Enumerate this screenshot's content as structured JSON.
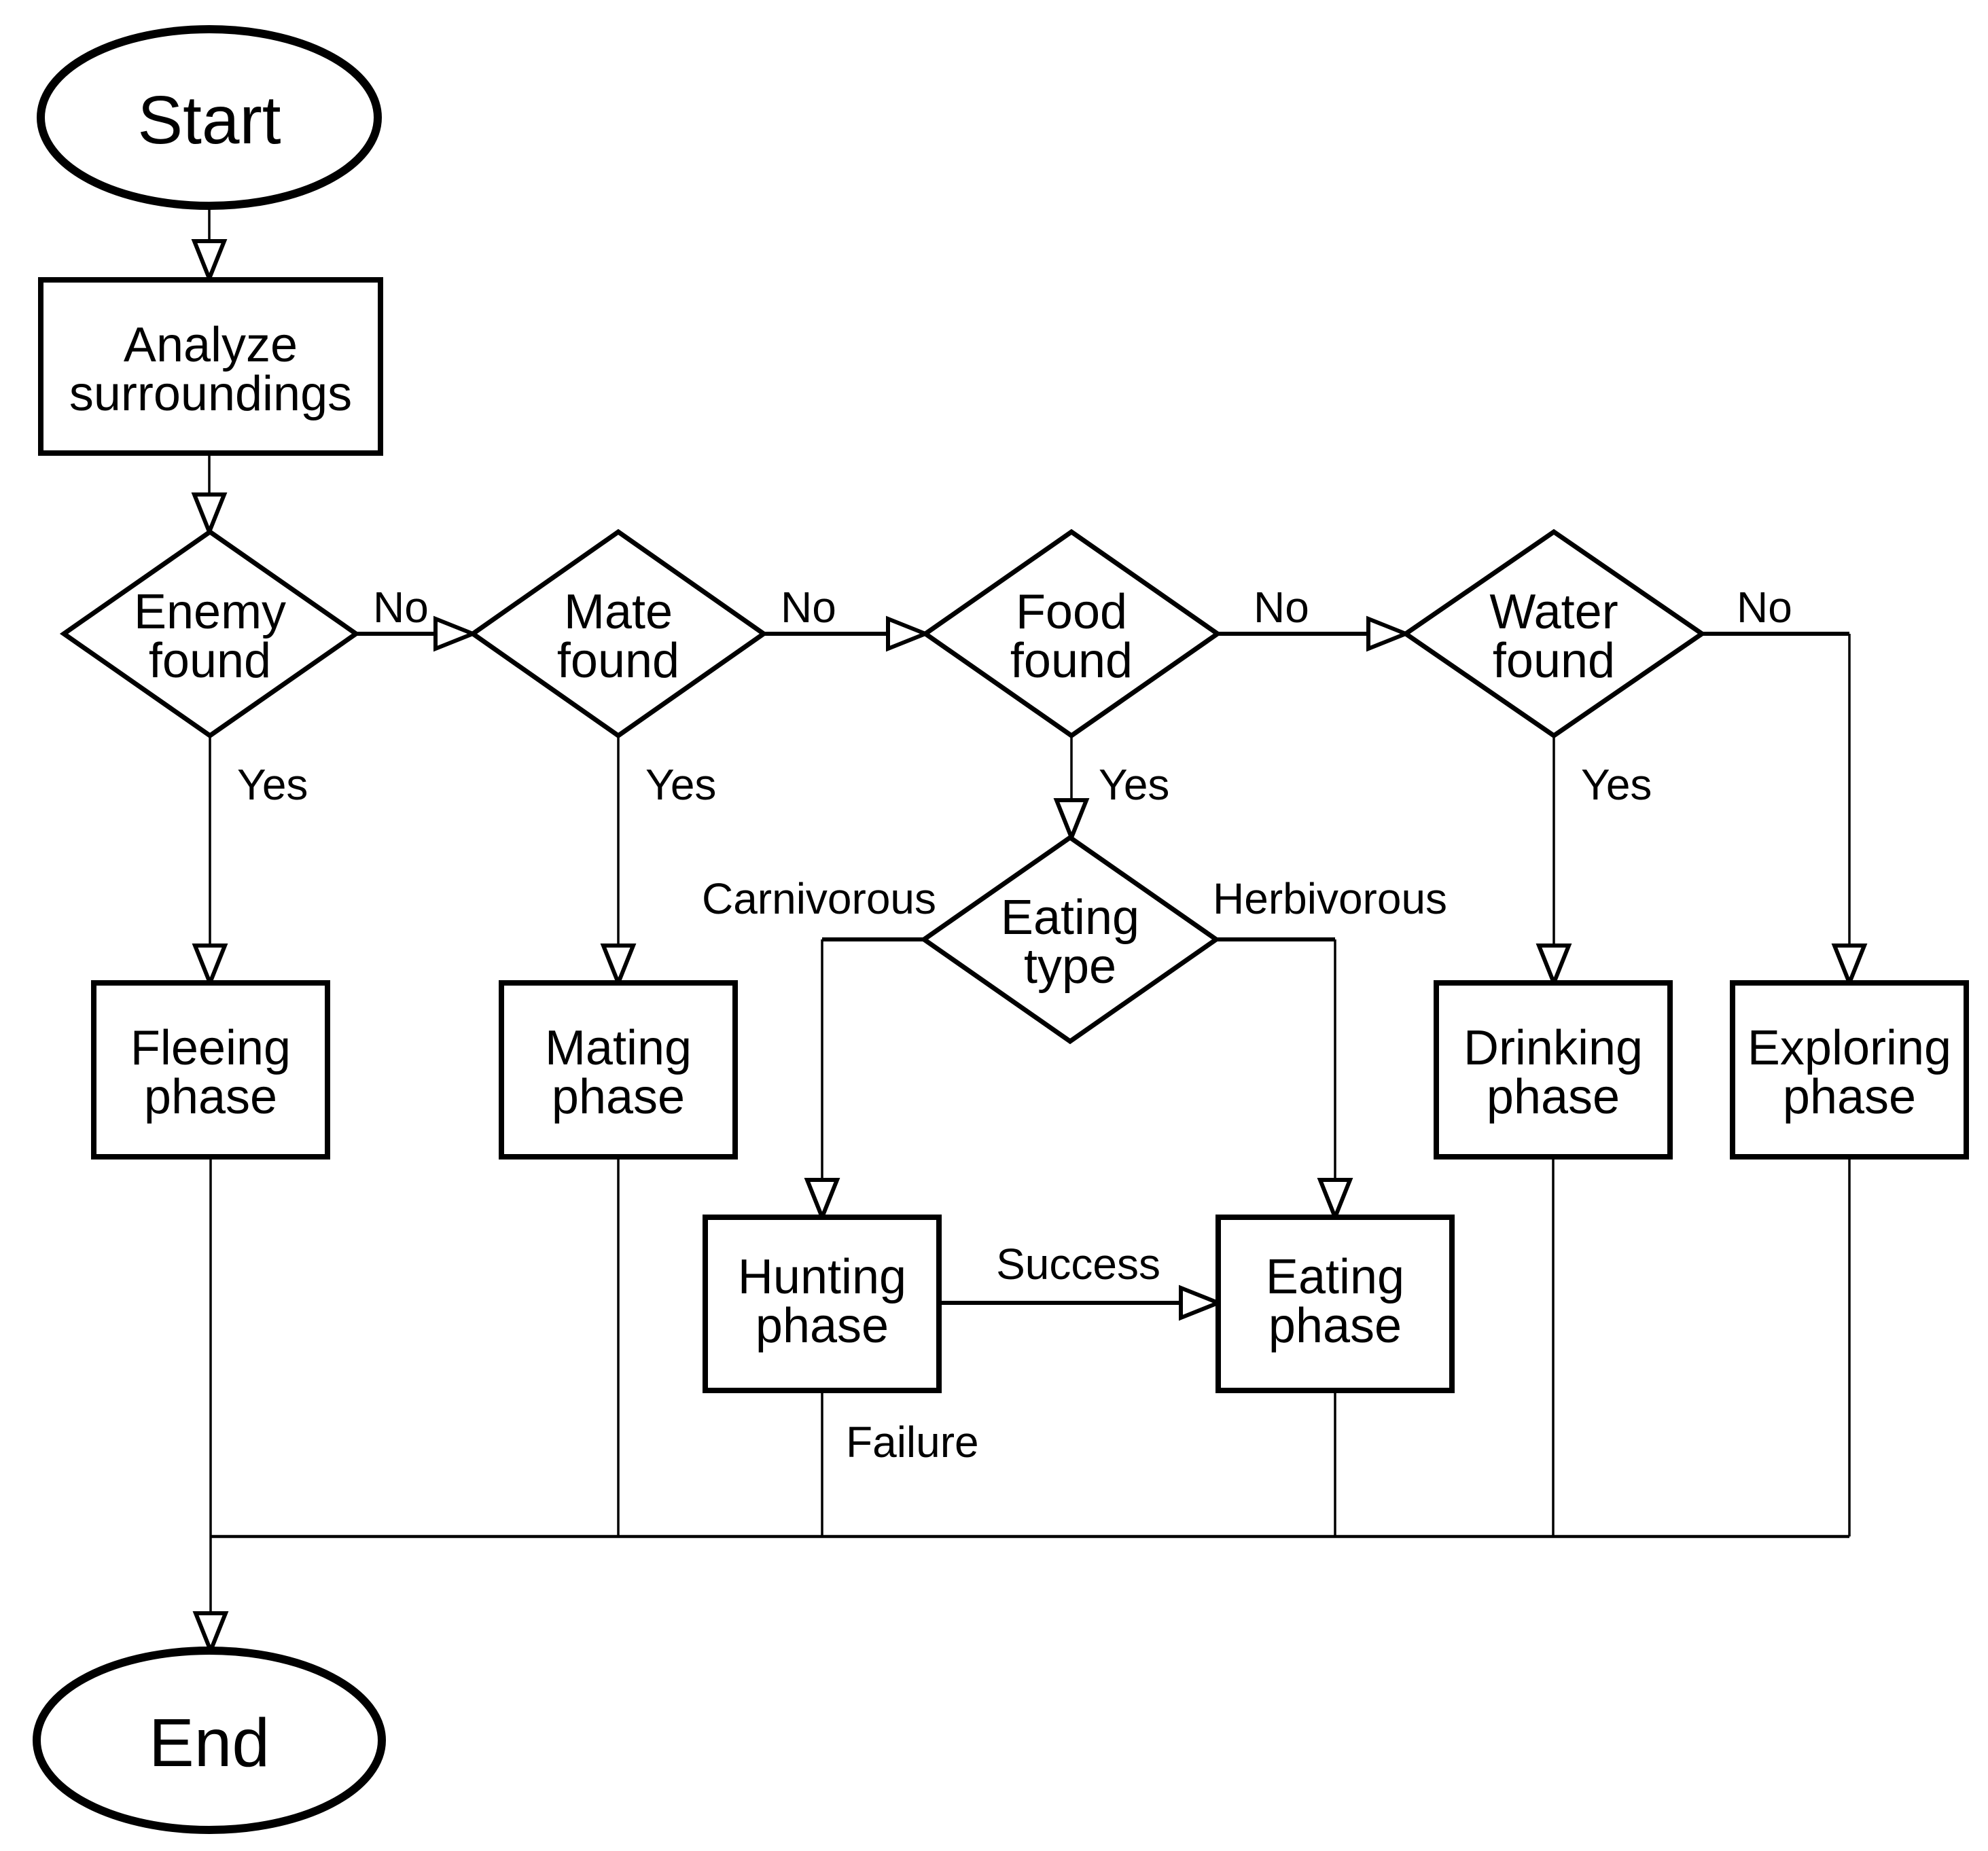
{
  "diagram": {
    "type": "flowchart",
    "background_color": "#ffffff",
    "stroke_color": "#000000",
    "text_color": "#000000"
  },
  "nodes": {
    "start": {
      "shape": "terminator",
      "label": "Start"
    },
    "analyze": {
      "shape": "process",
      "line1": "Analyze",
      "line2": "surroundings"
    },
    "enemy": {
      "shape": "decision",
      "line1": "Enemy",
      "line2": "found"
    },
    "mate": {
      "shape": "decision",
      "line1": "Mate",
      "line2": "found"
    },
    "food": {
      "shape": "decision",
      "line1": "Food",
      "line2": "found"
    },
    "water": {
      "shape": "decision",
      "line1": "Water",
      "line2": "found"
    },
    "eating_type": {
      "shape": "decision",
      "line1": "Eating",
      "line2": "type"
    },
    "fleeing": {
      "shape": "process",
      "line1": "Fleeing",
      "line2": "phase"
    },
    "mating": {
      "shape": "process",
      "line1": "Mating",
      "line2": "phase"
    },
    "hunting": {
      "shape": "process",
      "line1": "Hunting",
      "line2": "phase"
    },
    "eating": {
      "shape": "process",
      "line1": "Eating",
      "line2": "phase"
    },
    "drinking": {
      "shape": "process",
      "line1": "Drinking",
      "line2": "phase"
    },
    "exploring": {
      "shape": "process",
      "line1": "Exploring",
      "line2": "phase"
    },
    "end": {
      "shape": "terminator",
      "label": "End"
    }
  },
  "edges": {
    "enemy_no": "No",
    "mate_no": "No",
    "food_no": "No",
    "water_no": "No",
    "enemy_yes": "Yes",
    "mate_yes": "Yes",
    "food_yes": "Yes",
    "water_yes": "Yes",
    "eating_type_carnivorous": "Carnivorous",
    "eating_type_herbivorous": "Herbivorous",
    "hunting_success": "Success",
    "hunting_failure": "Failure"
  },
  "flow": [
    {
      "from": "start",
      "to": "analyze",
      "label": ""
    },
    {
      "from": "analyze",
      "to": "enemy",
      "label": ""
    },
    {
      "from": "enemy",
      "to": "mate",
      "label": "No"
    },
    {
      "from": "enemy",
      "to": "fleeing",
      "label": "Yes"
    },
    {
      "from": "mate",
      "to": "food",
      "label": "No"
    },
    {
      "from": "mate",
      "to": "mating",
      "label": "Yes"
    },
    {
      "from": "food",
      "to": "water",
      "label": "No"
    },
    {
      "from": "food",
      "to": "eating_type",
      "label": "Yes"
    },
    {
      "from": "water",
      "to": "exploring",
      "label": "No"
    },
    {
      "from": "water",
      "to": "drinking",
      "label": "Yes"
    },
    {
      "from": "eating_type",
      "to": "hunting",
      "label": "Carnivorous"
    },
    {
      "from": "eating_type",
      "to": "eating",
      "label": "Herbivorous"
    },
    {
      "from": "hunting",
      "to": "eating",
      "label": "Success"
    },
    {
      "from": "hunting",
      "to": "end",
      "label": "Failure"
    },
    {
      "from": "fleeing",
      "to": "end",
      "label": ""
    },
    {
      "from": "mating",
      "to": "end",
      "label": ""
    },
    {
      "from": "eating",
      "to": "end",
      "label": ""
    },
    {
      "from": "drinking",
      "to": "end",
      "label": ""
    },
    {
      "from": "exploring",
      "to": "end",
      "label": ""
    }
  ]
}
